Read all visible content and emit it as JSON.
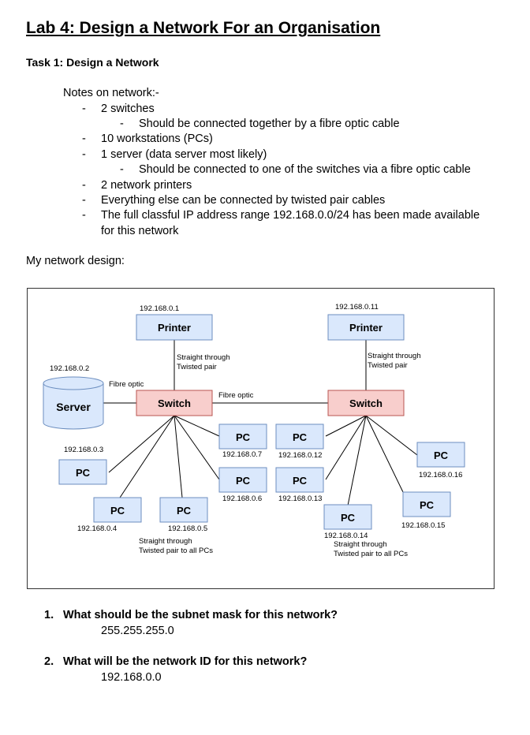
{
  "header": {
    "title": "Lab 4: Design a Network For an Organisation",
    "task": "Task 1: Design a Network"
  },
  "notes": {
    "heading": "Notes on network:-",
    "items": [
      {
        "text": "2 switches",
        "level": 1
      },
      {
        "text": "Should be connected together by a fibre optic cable",
        "level": 2
      },
      {
        "text": "10 workstations (PCs)",
        "level": 1
      },
      {
        "text": "1 server (data server most likely)",
        "level": 1
      },
      {
        "text": "Should be connected to one of the switches via a fibre optic cable",
        "level": 2
      },
      {
        "text": "2 network printers",
        "level": 1
      },
      {
        "text": "Everything else can be connected by twisted pair cables",
        "level": 1
      },
      {
        "text": "The full classful IP address range 192.168.0.0/24 has been made available",
        "level": 1
      },
      {
        "text": "for this network",
        "level": 0
      }
    ],
    "bullet": "-"
  },
  "design_label": "My network design:",
  "diagram": {
    "printer_label": "Printer",
    "switch_label": "Switch",
    "server_label": "Server",
    "pc_label": "PC",
    "fibre_optic": "Fibre optic",
    "straight_through": "Straight through",
    "twisted_pair": "Twisted pair",
    "twisted_pair_all": "Twisted pair to all PCs",
    "ip_printer_1": "192.168.0.1",
    "ip_printer_2": "192.168.0.11",
    "ip_server": "192.168.0.2",
    "ip_pc_3": "192.168.0.3",
    "ip_pc_4": "192.168.0.4",
    "ip_pc_5": "192.168.0.5",
    "ip_pc_6": "192.168.0.6",
    "ip_pc_7": "192.168.0.7",
    "ip_pc_12": "192.168.0.12",
    "ip_pc_13": "192.168.0.13",
    "ip_pc_14": "192.168.0.14",
    "ip_pc_15": "192.168.0.15",
    "ip_pc_16": "192.168.0.16",
    "colors": {
      "printer_fill": "#dae8fc",
      "pc_fill": "#dae8fc",
      "switch_fill": "#f8cecc",
      "server_fill": "#dae8fc"
    }
  },
  "questions": [
    {
      "number": "1.",
      "question": "What should be the subnet mask for this network?",
      "answer": "255.255.255.0"
    },
    {
      "number": "2.",
      "question": "What will be the network ID for this network?",
      "answer": "192.168.0.0"
    }
  ]
}
